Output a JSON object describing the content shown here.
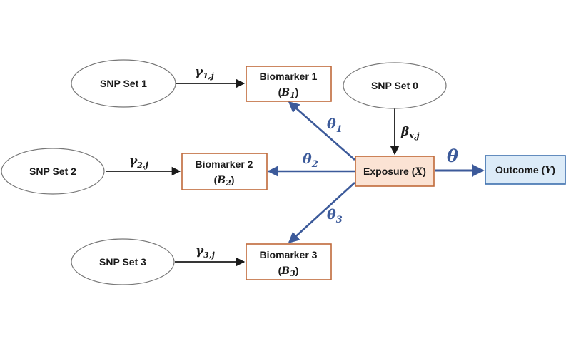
{
  "colors": {
    "snp_fill": "#ffffff",
    "snp_stroke": "#777777",
    "biomarker_stroke": "#c0693a",
    "exposure_fill": "#fbe3d4",
    "exposure_stroke": "#c0693a",
    "outcome_fill": "#dcebf8",
    "outcome_stroke": "#3d6fae",
    "blue_arrow": "#3c5a9a",
    "black_arrow": "#1a1a1a"
  },
  "snp_sets": {
    "s0": "SNP Set 0",
    "s1": "SNP Set 1",
    "s2": "SNP Set 2",
    "s3": "SNP Set 3"
  },
  "biomarkers": {
    "b1": {
      "title": "Biomarker 1",
      "sym": "B",
      "sub": "1"
    },
    "b2": {
      "title": "Biomarker 2",
      "sym": "B",
      "sub": "2"
    },
    "b3": {
      "title": "Biomarker 3",
      "sym": "B",
      "sub": "3"
    }
  },
  "exposure": {
    "text": "Exposure",
    "sym": "X"
  },
  "outcome": {
    "text": "Outcome",
    "sym": "Y"
  },
  "edges": {
    "gamma1": {
      "sym": "γ",
      "sub": "1,j"
    },
    "gamma2": {
      "sym": "γ",
      "sub": "2,j"
    },
    "gamma3": {
      "sym": "γ",
      "sub": "3,j"
    },
    "beta": {
      "sym": "β",
      "sub": "x,j"
    },
    "theta1": {
      "sym": "θ",
      "sub": "1"
    },
    "theta2": {
      "sym": "θ",
      "sub": "2"
    },
    "theta3": {
      "sym": "θ",
      "sub": "3"
    },
    "theta": {
      "sym": "θ"
    }
  }
}
